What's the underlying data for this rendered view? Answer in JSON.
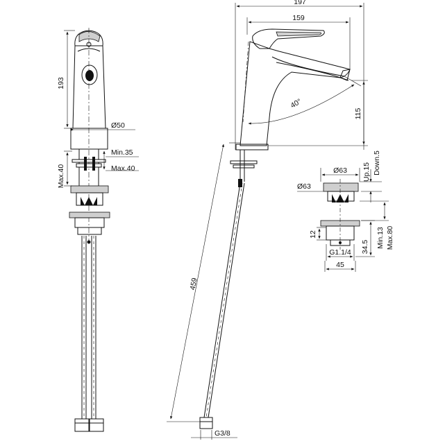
{
  "dimensions": {
    "front_height": "193",
    "front_diameter": "Ø50",
    "front_min35": "Min.35",
    "front_max40_right": "Max.40",
    "front_max40_left": "Max.40",
    "side_total_width": "197",
    "side_spout_width": "159",
    "side_angle": "40°",
    "side_spout_height": "115",
    "hose_length": "459",
    "hose_thread": "G3/8",
    "waste_top_diameter": "Ø63",
    "waste_flange_diameter": "Ø63",
    "waste_up": "Up.15",
    "waste_down": "Down.5",
    "waste_12": "12",
    "waste_thread": "G1.1/4",
    "waste_34_5": "34.5",
    "waste_45": "45",
    "waste_min13": "Min.13",
    "waste_max80": "Max.80"
  }
}
